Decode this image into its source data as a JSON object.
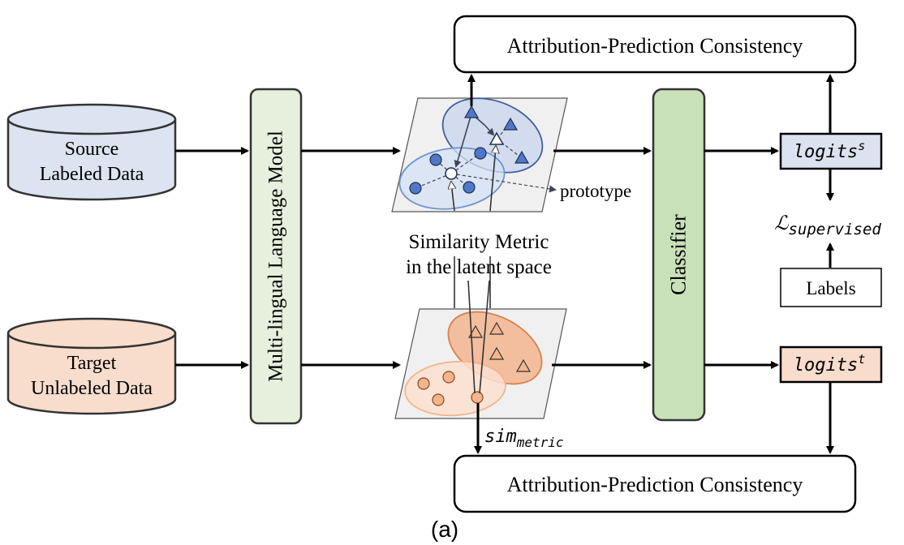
{
  "diagram": {
    "source_db": {
      "line1": "Source",
      "line2": "Labeled Data"
    },
    "target_db": {
      "line1": "Target",
      "line2": "Unlabeled Data"
    },
    "mlm_label": "Multi-lingual Language Model",
    "classifier_label": "Classifier",
    "apc_top": "Attribution-Prediction Consistency",
    "apc_bottom": "Attribution-Prediction Consistency",
    "prototype_label": "prototype",
    "similarity_line1": "Similarity Metric",
    "similarity_line2": "in the latent space",
    "logits_s": {
      "base": "logits",
      "sup": "s"
    },
    "logits_t": {
      "base": "logits",
      "sup": "t"
    },
    "loss": {
      "symbol": "ℒ",
      "sub": "supervised"
    },
    "labels": "Labels",
    "sim_metric": {
      "base": "sim",
      "sub": "metric"
    },
    "caption": "(a)",
    "colors": {
      "source_fill": "#dce3f1",
      "target_fill": "#f8dccc",
      "mlm_fill": "#e6f0dc",
      "classifier_fill": "#c9e1b8",
      "logits_s_fill": "#dbe3f1",
      "logits_t_fill": "#f8dccc",
      "blue_marker": "#4f78c6",
      "orange_marker": "#f3b58c"
    }
  }
}
